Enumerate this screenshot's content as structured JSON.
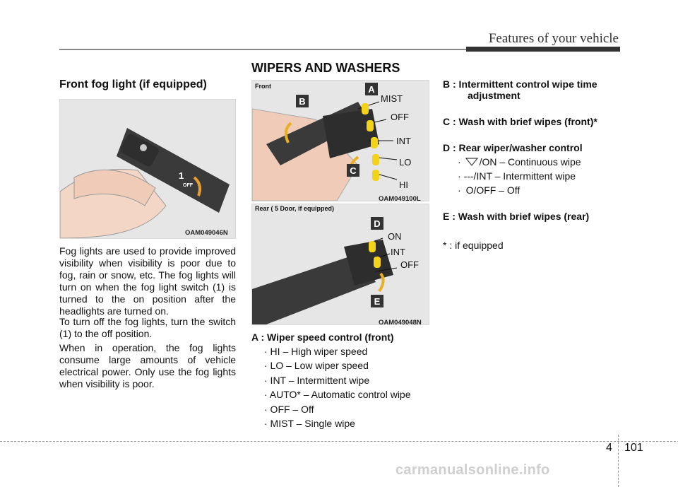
{
  "header": {
    "title": "Features of your vehicle"
  },
  "section_title": "WIPERS AND WASHERS",
  "left": {
    "heading": "Front fog light (if equipped)",
    "image_code": "OAM049046N",
    "image_label_switch": "1",
    "image_label_off": "OFF",
    "paragraphs": [
      "Fog lights are used to provide improved visibility when visibility is poor due to fog, rain or snow, etc. The fog lights will turn on when the fog light switch (1) is turned to the on position after the headlights are turned on.",
      "To turn off the fog lights, turn the switch (1) to the off position.",
      "When in operation, the fog lights consume large amounts of vehicle electrical power. Only use the fog lights when visibility is poor."
    ]
  },
  "middle": {
    "front_caption": "Front",
    "front_code": "OAM049100L",
    "front_labels": [
      "MIST",
      "OFF",
      "INT",
      "LO",
      "HI"
    ],
    "front_badges": [
      "A",
      "B",
      "C"
    ],
    "rear_caption": "Rear ( 5 Door, if equipped)",
    "rear_code": "OAM049048N",
    "rear_labels": [
      "ON",
      "INT",
      "OFF"
    ],
    "rear_badges": [
      "D",
      "E"
    ],
    "a_title": "A : Wiper speed control (front)",
    "a_items": [
      "· HI – High wiper speed",
      "· LO – Low wiper speed",
      "· INT – Intermittent wipe",
      "· AUTO* – Automatic control wipe",
      "· OFF – Off",
      "· MIST – Single wipe"
    ]
  },
  "right": {
    "b_title_1": "B : Intermittent control wipe time",
    "b_title_2": "adjustment",
    "c_title": "C : Wash with brief wipes (front)*",
    "d_title": "D : Rear wiper/washer control",
    "d_items": [
      "/ON – Continuous wipe",
      "---/INT – Intermittent wipe",
      "O/OFF – Off"
    ],
    "d_bullet": "·",
    "e_title": "E : Wash with brief wipes (rear)",
    "footnote": "* : if equipped"
  },
  "footer": {
    "chapter": "4",
    "page": "101"
  },
  "watermark": "carmanualsonline.info"
}
